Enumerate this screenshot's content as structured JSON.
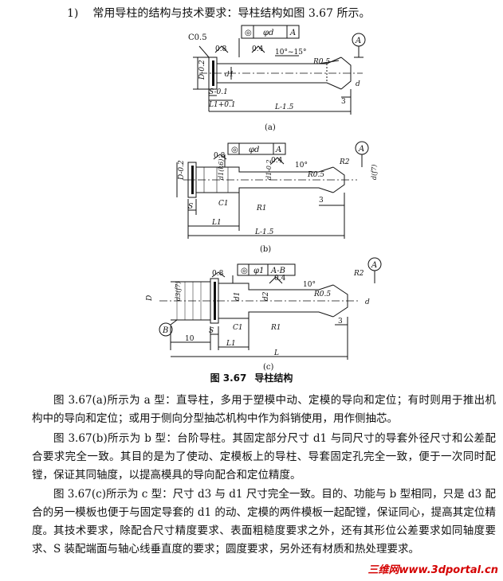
{
  "intro": {
    "number": "1)",
    "text": "常用导柱的结构与技术要求：导柱结构如图 3.67 所示。"
  },
  "figure": {
    "caption_number": "图 3.67",
    "caption_title": "导柱结构",
    "sub_a": "(a)",
    "sub_b": "(b)",
    "sub_c": "(c)",
    "a": {
      "chamfer": "C0.5",
      "tol_sym": "◎",
      "tol_val": "φd",
      "datum": "A",
      "rough1": "0.8",
      "rough2": "0.4",
      "angle": "10°~15°",
      "radius": "R0.5",
      "d1": "d1",
      "D": "D-0.2",
      "S": "S-0.1",
      "L1": "L1+0.1",
      "L": "L-1.5",
      "three": "3",
      "d_end": "d"
    },
    "b": {
      "tol_sym": "◎",
      "tol_val": "φd",
      "datum": "A",
      "rough1": "0.8",
      "rough2": "0.4",
      "angle": "10°",
      "radius": "R0.5",
      "r2": "R2",
      "c1": "C1",
      "r1": "R1",
      "d1": "d1(k6)",
      "d1_2": "d1-0.2",
      "d_end": "d(f7)",
      "D": "D-0.2",
      "S": "S",
      "L1": "L1",
      "L": "L-1.5",
      "three": "3"
    },
    "c": {
      "tol_sym": "◎",
      "tol_val": "φ1",
      "datum": "A-B",
      "rough1": "0.8",
      "rough2": "0.4",
      "angle": "10°",
      "radius": "R0.5",
      "r2": "R2",
      "c1": "C1",
      "r1": "R1",
      "D": "D",
      "d3": "d3(f7)",
      "d1": "d1",
      "d2": "d2",
      "d_end": "d",
      "S": "S",
      "ten": "10",
      "L1": "L1",
      "L": "L",
      "three": "3",
      "datumA": "A",
      "datumB": "B"
    }
  },
  "paragraphs": [
    "图 3.67(a)所示为 a 型：直导柱，多用于塑模中动、定模的导向和定位；有时则用于推出机构中的导向和定位；或用于侧向分型抽芯机构中作为斜销使用，用作侧抽芯。",
    "图 3.67(b)所示为 b 型：台阶导柱。其固定部分尺寸 d1 与同尺寸的导套外径尺寸和公差配合要求完全一致。其目的是为了使动、定模板上的导柱、导套固定孔完全一致，便于一次同时配镗，保证其同轴度，以提高模具的导向配合和定位精度。",
    "图 3.67(c)所示为 c 型：尺寸 d3 与 d1 尺寸完全一致。目的、功能与 b 型相同，只是 d3 配合的另一模板也便于与固定导套的 d1 的动、定模的两件模板一起配镗，保证同心，提高其定位精度。",
    "其技术要求，除配合尺寸精度要求、表面粗糙度要求之外，还有其形位公差要求如同轴度要求、S 装配端面与轴心线垂直度的要求；圆度要求，另外还有材质和热处理要求。"
  ],
  "watermark": "三维网www.3dportal.cn"
}
